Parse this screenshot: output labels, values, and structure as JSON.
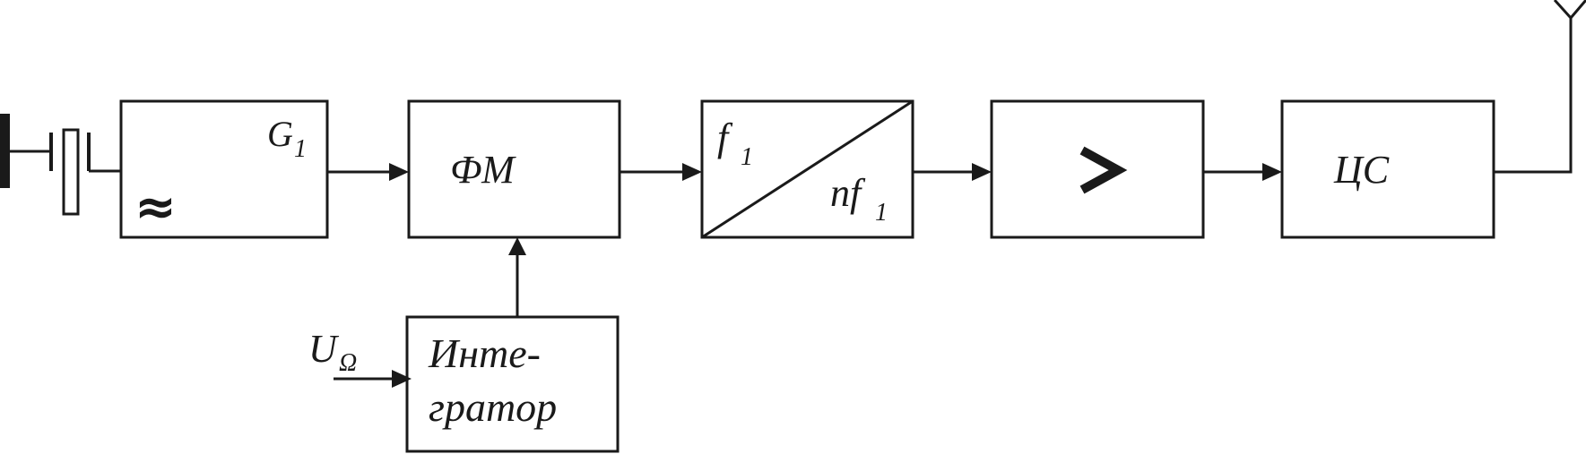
{
  "blocks": {
    "oscillator": {
      "label": "G",
      "sub": "1",
      "symbol": "≈"
    },
    "phase_modulator": {
      "label": "ФМ"
    },
    "multiplier": {
      "top": "f",
      "top_sub": "1",
      "bottom": "nf",
      "bottom_sub": "1"
    },
    "amplifier": {
      "symbol": "amplifier-triangle"
    },
    "coupling": {
      "label": "ЦС"
    },
    "integrator": {
      "line1": "Инте-",
      "line2": "гратор"
    }
  },
  "inputs": {
    "modulating_signal": "U",
    "modulating_sub": "Ω"
  },
  "colors": {
    "line": "#1a1a1a",
    "background": "#ffffff"
  }
}
